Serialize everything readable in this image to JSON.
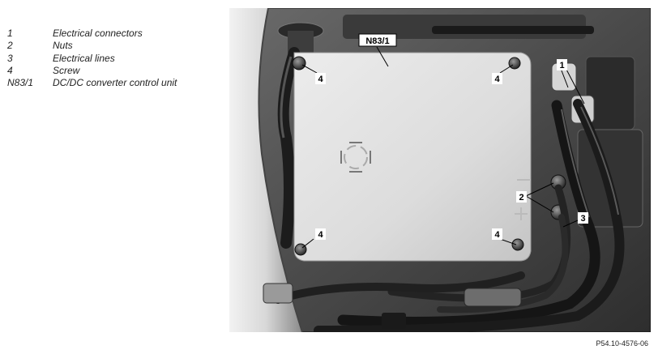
{
  "legend": [
    {
      "key": "1",
      "desc": "Electrical connectors"
    },
    {
      "key": "2",
      "desc": "Nuts"
    },
    {
      "key": "3",
      "desc": "Electrical lines"
    },
    {
      "key": "4",
      "desc": "Screw"
    },
    {
      "key": "N83/1",
      "desc": "DC/DC converter control unit"
    }
  ],
  "callouts": {
    "unit": "N83/1",
    "c1": "1",
    "c2": "2",
    "c3": "3",
    "c4": "4"
  },
  "reference": "P54.10-4576-06"
}
